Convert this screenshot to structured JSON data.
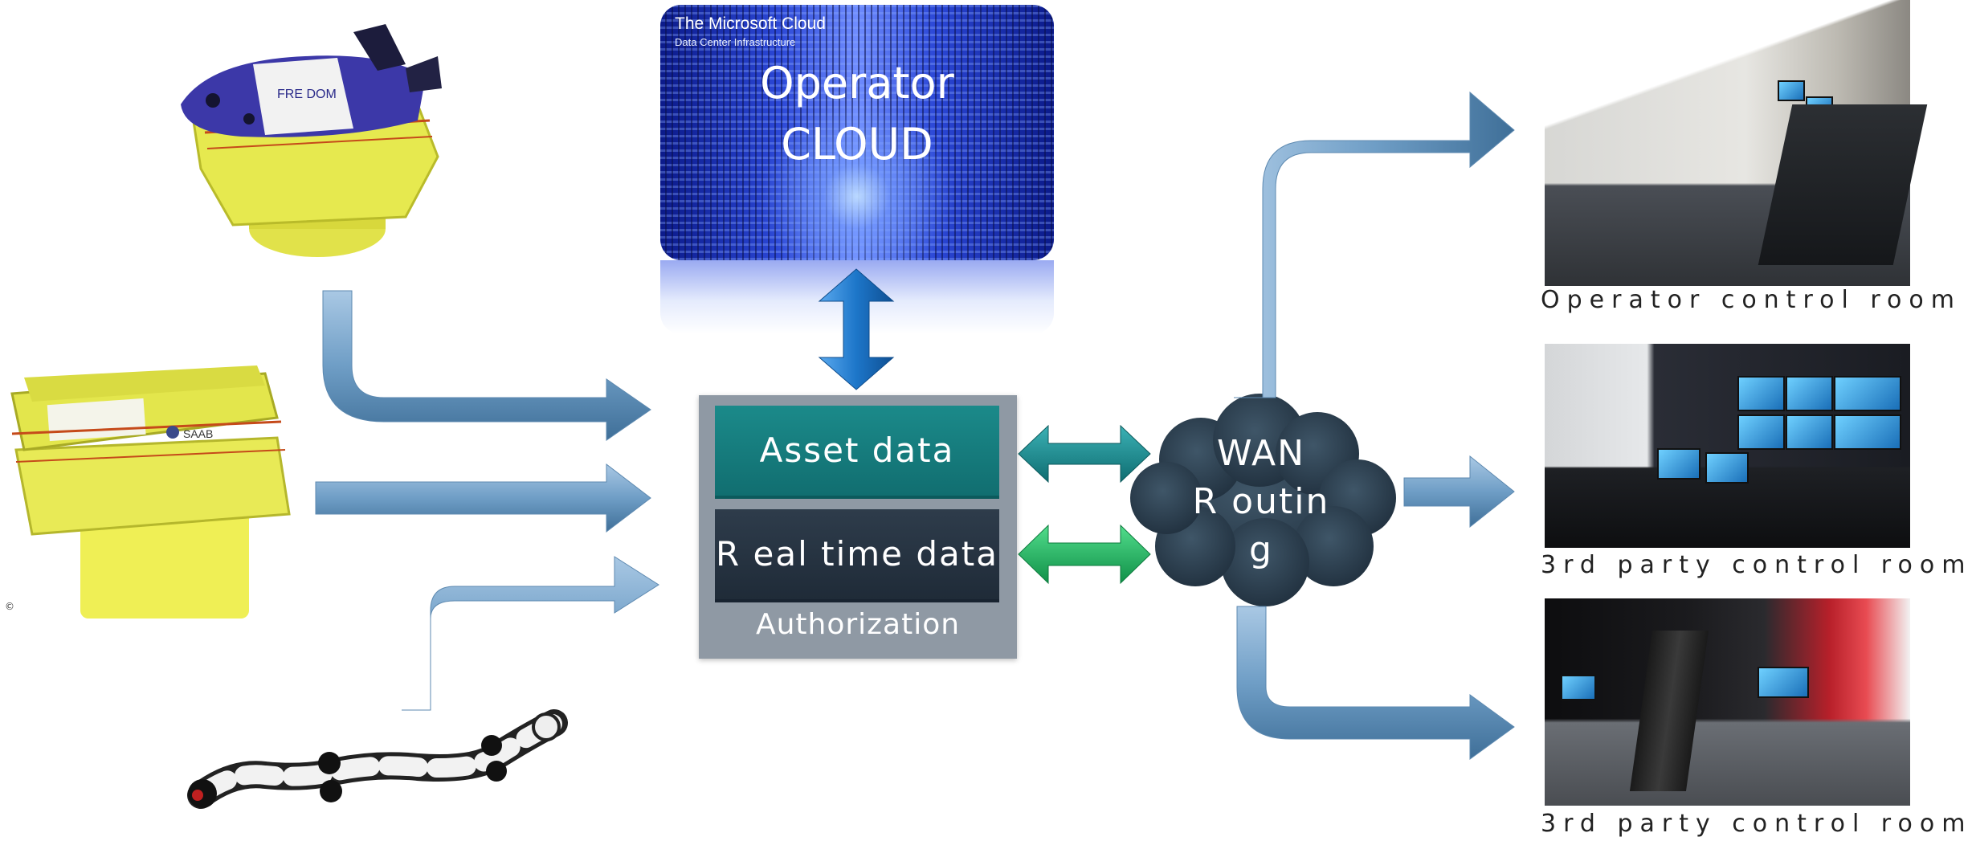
{
  "cloud": {
    "brand_title": "The Microsoft Cloud",
    "brand_subtitle": "Data Center Infrastructure",
    "label_line1": "Operator",
    "label_line2": "CLOUD"
  },
  "hub": {
    "asset_label": "Asset data",
    "realtime_label": "R eal time data",
    "authorization_label": "Authorization"
  },
  "wan": {
    "line1": "WAN",
    "line2": "R outin",
    "line3": "g"
  },
  "rooms": {
    "operator_caption": "Operator control room",
    "third_party_caption_1": "3rd party control room",
    "third_party_caption_2": "3rd party control room"
  },
  "vehicles": {
    "freedom_hull_text": "FRE DOM",
    "saab_logo_text": "SAAB"
  },
  "colors": {
    "flow_arrow": "#6f9ec6",
    "cloud_link_arrow": "#1d76c9",
    "asset_link_arrow": "#178a8f",
    "realtime_link_arrow": "#1fb35f",
    "asset_box": "#147c7e",
    "realtime_box": "#263442",
    "auth_box": "#8f99a4",
    "wan_cloud": "#2b3d4d"
  }
}
